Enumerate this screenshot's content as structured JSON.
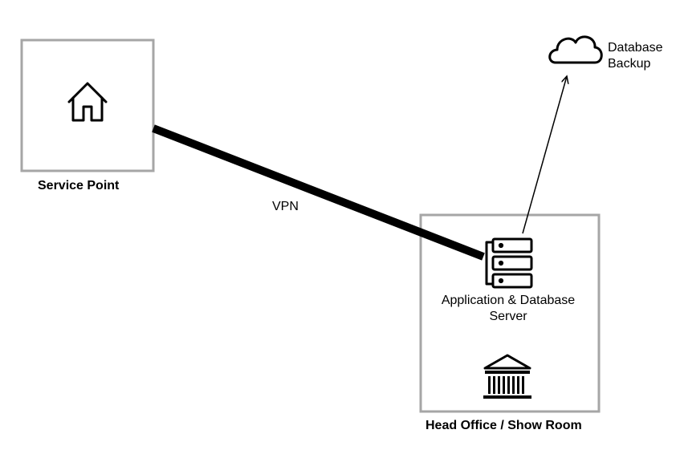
{
  "nodes": {
    "service_point": {
      "label": "Service Point",
      "icon": "house-icon"
    },
    "head_office": {
      "label": "Head Office / Show Room",
      "icon": "bank-building-icon"
    },
    "server": {
      "label_line1": "Application & Database",
      "label_line2": "Server",
      "icon": "server-stack-icon"
    },
    "backup": {
      "label_line1": "Database",
      "label_line2": "Backup",
      "icon": "cloud-icon"
    }
  },
  "connections": {
    "vpn": {
      "label": "VPN"
    }
  },
  "colors": {
    "box_border": "#a6a6a6",
    "line": "#000000",
    "text": "#000000"
  }
}
